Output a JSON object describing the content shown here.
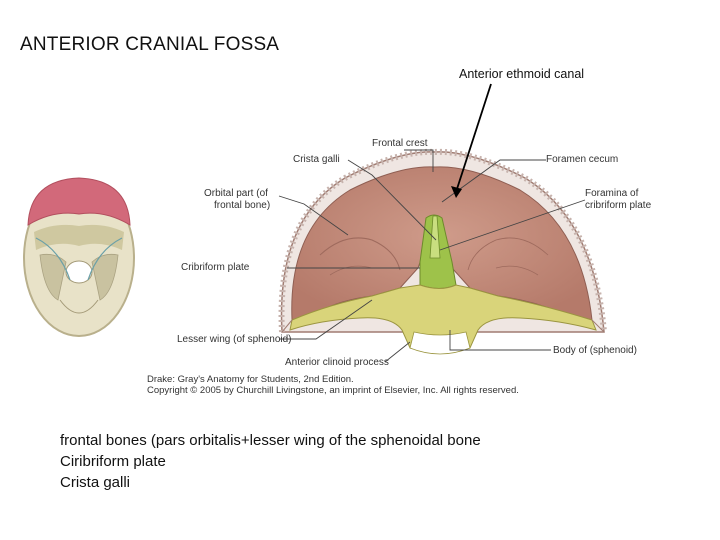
{
  "slide": {
    "title": "ANTERIOR CRANIAL FOSSA",
    "callout_label": "Anterior ethmoid canal"
  },
  "figure": {
    "labels": {
      "frontal_crest": "Frontal crest",
      "crista_galli": "Crista galli",
      "foramen_cecum": "Foramen cecum",
      "orbital_part_line1": "Orbital part (of",
      "orbital_part_line2": "frontal bone)",
      "foramina_line1": "Foramina of",
      "foramina_line2": "cribriform plate",
      "cribriform_plate": "Cribriform plate",
      "lesser_wing": "Lesser wing (of sphenoid)",
      "anterior_clinoid": "Anterior clinoid process",
      "body_sphenoid": "Body of (sphenoid)"
    },
    "credit_line1": "Drake: Gray's Anatomy for Students, 2nd Edition.",
    "credit_line2": "Copyright © 2005 by Churchill Livingstone, an imprint of Elsevier, Inc. All rights reserved.",
    "colors": {
      "fossa_fill": "#c58f80",
      "frontal_region": "#d26a78",
      "cribriform_green": "#9ec24a",
      "lesser_wing_yellow": "#d9d47a",
      "skull_outline": "#cfc8a8"
    }
  },
  "notes": {
    "lines": [
      "frontal bones (pars orbitalis+lesser wing of the sphenoidal bone",
      "Ciribriform plate",
      "Crista galli"
    ]
  }
}
